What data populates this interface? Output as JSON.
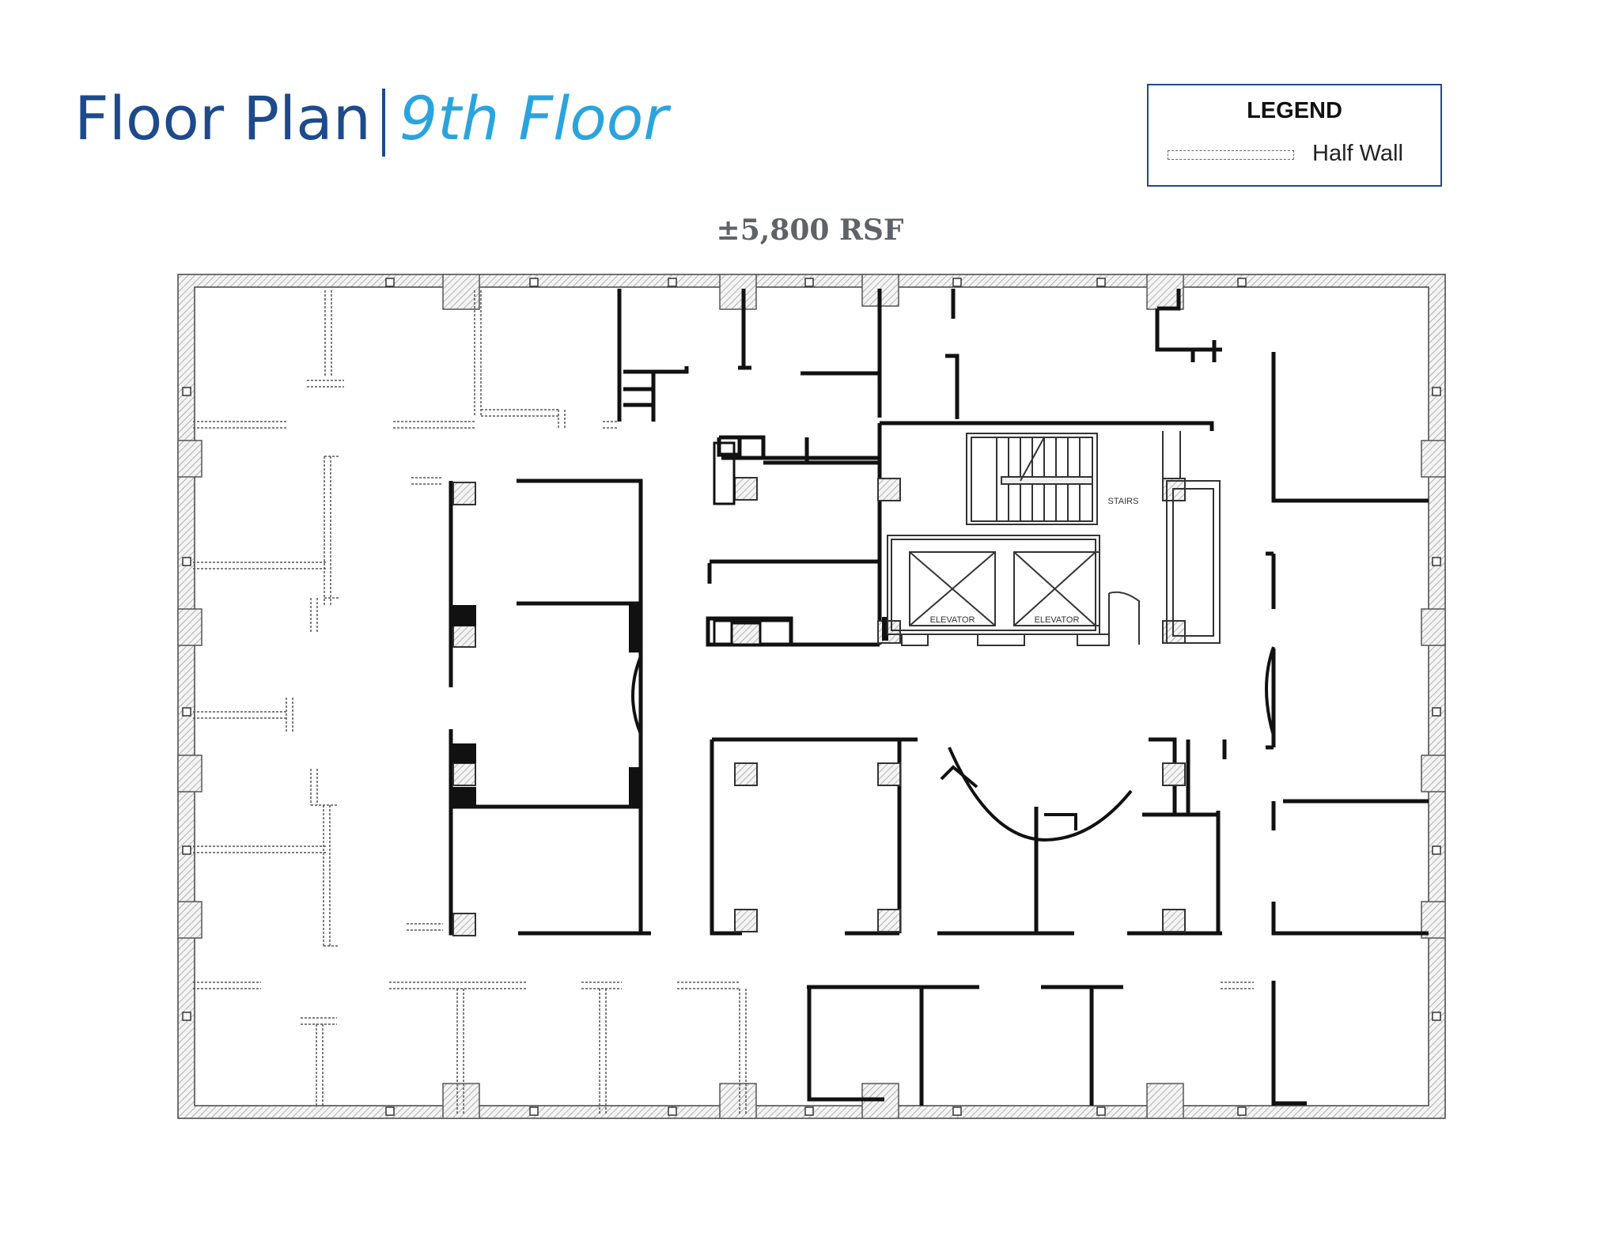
{
  "header": {
    "title": "Floor Plan",
    "separator": "|",
    "subtitle": "9th Floor"
  },
  "legend": {
    "heading": "LEGEND",
    "items": [
      {
        "label": "Half Wall",
        "line_style": "dashed double line"
      }
    ]
  },
  "area_label": "±5,800 RSF",
  "plan_labels": {
    "stairs": "STAIRS",
    "elevator_1": "ELEVATOR",
    "elevator_2": "ELEVATOR"
  },
  "colors": {
    "title": "#1d4a8c",
    "subtitle": "#2aa4dd",
    "legend_border": "#1d4a8c",
    "area_label": "#5f6368",
    "walls": "#111111"
  }
}
